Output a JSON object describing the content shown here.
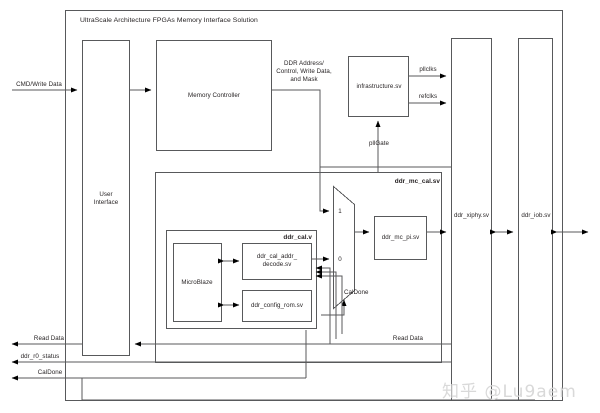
{
  "diagram": {
    "title": "UltraScale Architecture FPGAs Memory Interface Solution",
    "watermark": "知乎 @Lu9aem"
  },
  "blocks": {
    "user_interface": "User\nInterface",
    "memory_controller": "Memory Controller",
    "infrastructure": "infrastructure.sv",
    "ddr_mc_cal": "ddr_mc_cal.sv",
    "ddr_cal": "ddr_cal.v",
    "microblaze": "MicroBlaze",
    "ddr_cal_addr_decode": "ddr_cal_addr_\ndecode.sv",
    "ddr_config_rom": "ddr_config_rom.sv",
    "ddr_mc_pi": "ddr_mc_pi.sv",
    "ddr_xiphy": "ddr_xiphy.sv",
    "ddr_iob": "ddr_iob.sv"
  },
  "signals": {
    "cmd_write_data": "CMD/Write Data",
    "ddr_addr_ctrl": "DDR Address/\nControl, Write Data,\nand Mask",
    "pllclks": "pllclks",
    "refclks": "refclks",
    "pllgate": "pllGate",
    "caldone_mux": "CalDone",
    "mux_one": "1",
    "mux_zero": "0",
    "read_data_right": "Read Data",
    "read_data_left": "Read Data",
    "ddr_r0_status": "ddr_r0_status",
    "caldone_out": "CalDone"
  },
  "colors": {
    "line": "#58595b",
    "text": "#231f20",
    "arrow": "#000000",
    "watermark": "#d9d9d9"
  }
}
